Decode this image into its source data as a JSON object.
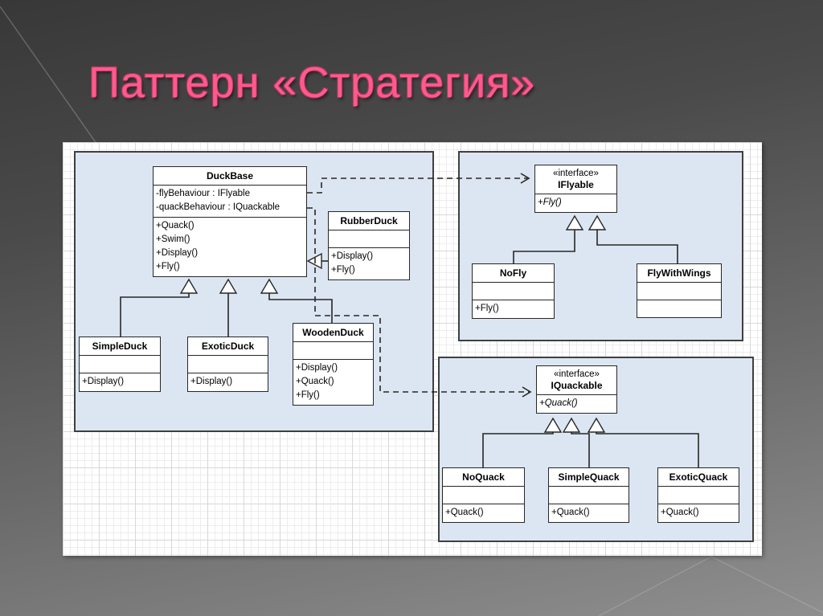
{
  "slide": {
    "title": "Паттерн «Стратегия»",
    "title_color": "#ff5a8c",
    "background_top_color": "#383838",
    "background_bottom_color": "#8f8f8f",
    "panel_fill_color": "#dce6f2"
  },
  "diagram": {
    "classes": [
      {
        "id": "duckbase",
        "name": "DuckBase",
        "stereotype": "",
        "attributes": [
          "-flyBehaviour : IFlyable",
          "-quackBehaviour : IQuackable"
        ],
        "methods": [
          "+Quack()",
          "+Swim()",
          "+Display()",
          "+Fly()"
        ],
        "italic_methods": false
      },
      {
        "id": "rubberduck",
        "name": "RubberDuck",
        "stereotype": "",
        "attributes": [],
        "methods": [
          "+Display()",
          "+Fly()"
        ],
        "italic_methods": false
      },
      {
        "id": "simpleduck",
        "name": "SimpleDuck",
        "stereotype": "",
        "attributes": [],
        "methods": [
          "+Display()"
        ],
        "italic_methods": false
      },
      {
        "id": "exoticduck",
        "name": "ExoticDuck",
        "stereotype": "",
        "attributes": [],
        "methods": [
          "+Display()"
        ],
        "italic_methods": false
      },
      {
        "id": "woodenduck",
        "name": "WoodenDuck",
        "stereotype": "",
        "attributes": [],
        "methods": [
          "+Display()",
          "+Quack()",
          "+Fly()"
        ],
        "italic_methods": false
      },
      {
        "id": "iflyable",
        "name": "IFlyable",
        "stereotype": "«interface»",
        "attributes": null,
        "methods": [
          "+Fly()"
        ],
        "italic_methods": true
      },
      {
        "id": "nofly",
        "name": "NoFly",
        "stereotype": "",
        "attributes": [],
        "methods": [
          "+Fly()"
        ],
        "italic_methods": false
      },
      {
        "id": "flywithwings",
        "name": "FlyWithWings",
        "stereotype": "",
        "attributes": [],
        "methods": [],
        "italic_methods": false
      },
      {
        "id": "iquackable",
        "name": "IQuackable",
        "stereotype": "«interface»",
        "attributes": null,
        "methods": [
          "+Quack()"
        ],
        "italic_methods": true
      },
      {
        "id": "noquack",
        "name": "NoQuack",
        "stereotype": "",
        "attributes": [],
        "methods": [
          "+Quack()"
        ],
        "italic_methods": false
      },
      {
        "id": "simplequack",
        "name": "SimpleQuack",
        "stereotype": "",
        "attributes": [],
        "methods": [
          "+Quack()"
        ],
        "italic_methods": false
      },
      {
        "id": "exoticquack",
        "name": "ExoticQuack",
        "stereotype": "",
        "attributes": [],
        "methods": [
          "+Quack()"
        ],
        "italic_methods": false
      }
    ]
  }
}
